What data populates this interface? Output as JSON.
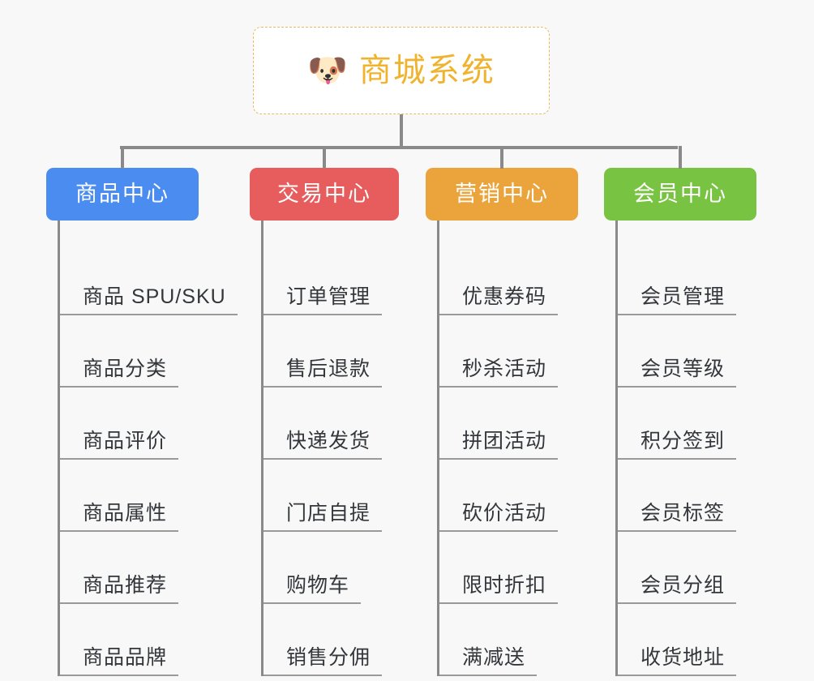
{
  "page": {
    "background_color": "#f8f8f8",
    "line_color": "#8a8a8a",
    "underline_color": "#9a9a9a",
    "item_text_color": "#33373b"
  },
  "root": {
    "icon": "shiba-dog-face-emoji",
    "icon_glyph": "🐶",
    "title": "商城系统",
    "text_color": "#f0b32e",
    "border_color": "#e8b960",
    "background_color": "#ffffff"
  },
  "columns": [
    {
      "id": "product-center",
      "label": "商品中心",
      "color": "#4a8cf0",
      "items": [
        {
          "label": "商品 SPU/SKU"
        },
        {
          "label": "商品分类"
        },
        {
          "label": "商品评价"
        },
        {
          "label": "商品属性"
        },
        {
          "label": "商品推荐"
        },
        {
          "label": "商品品牌"
        }
      ]
    },
    {
      "id": "trade-center",
      "label": "交易中心",
      "color": "#e75c5c",
      "items": [
        {
          "label": "订单管理"
        },
        {
          "label": "售后退款"
        },
        {
          "label": "快递发货"
        },
        {
          "label": "门店自提"
        },
        {
          "label": "购物车"
        },
        {
          "label": "销售分佣"
        }
      ]
    },
    {
      "id": "marketing-center",
      "label": "营销中心",
      "color": "#eba43c",
      "items": [
        {
          "label": "优惠券码"
        },
        {
          "label": "秒杀活动"
        },
        {
          "label": "拼团活动"
        },
        {
          "label": "砍价活动"
        },
        {
          "label": "限时折扣"
        },
        {
          "label": "满减送"
        }
      ]
    },
    {
      "id": "member-center",
      "label": "会员中心",
      "color": "#79c342",
      "items": [
        {
          "label": "会员管理"
        },
        {
          "label": "会员等级"
        },
        {
          "label": "积分签到"
        },
        {
          "label": "会员标签"
        },
        {
          "label": "会员分组"
        },
        {
          "label": "收货地址"
        }
      ]
    }
  ]
}
